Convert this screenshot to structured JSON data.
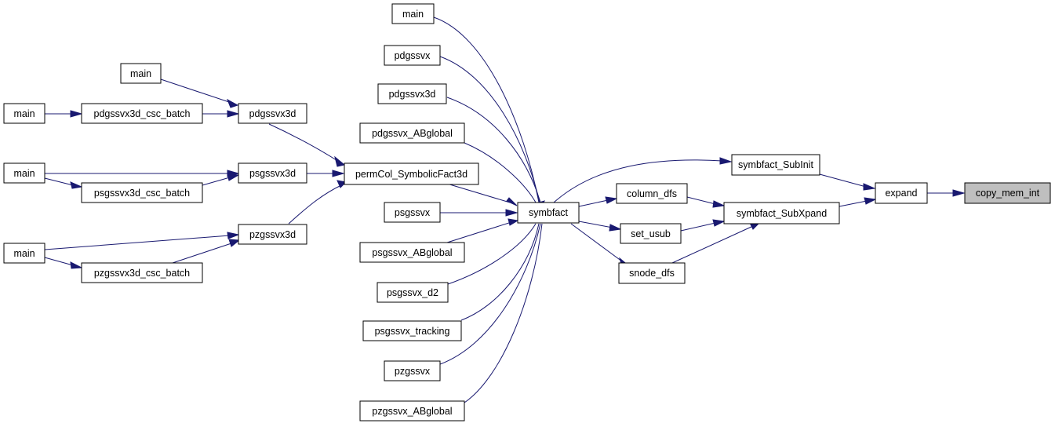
{
  "graph": {
    "edge_color": "#191970",
    "node_fill": "#ffffff",
    "highlight_fill": "#bfbfbf",
    "nodes": {
      "main_a": "main",
      "pdgssvx": "pdgssvx",
      "pdgssvx3d": "pdgssvx3d",
      "pdgssvx_ABglobal": "pdgssvx_ABglobal",
      "psgssvx": "psgssvx",
      "psgssvx_ABglobal": "psgssvx_ABglobal",
      "psgssvx_d2": "psgssvx_d2",
      "psgssvx_tracking": "psgssvx_tracking",
      "pzgssvx": "pzgssvx",
      "pzgssvx_ABglobal": "pzgssvx_ABglobal",
      "main_b": "main",
      "main_c": "main",
      "pdgssvx3d_csc_batch": "pdgssvx3d_csc_batch",
      "pdgssvx3d_b": "pdgssvx3d",
      "main_d": "main",
      "psgssvx3d_csc_batch": "psgssvx3d_csc_batch",
      "psgssvx3d": "psgssvx3d",
      "main_e": "main",
      "pzgssvx3d_csc_batch": "pzgssvx3d_csc_batch",
      "pzgssvx3d": "pzgssvx3d",
      "permCol_SymbolicFact3d": "permCol_SymbolicFact3d",
      "symbfact": "symbfact",
      "column_dfs": "column_dfs",
      "set_usub": "set_usub",
      "snode_dfs": "snode_dfs",
      "symbfact_SubInit": "symbfact_SubInit",
      "symbfact_SubXpand": "symbfact_SubXpand",
      "expand": "expand",
      "copy_mem_int": "copy_mem_int"
    }
  }
}
